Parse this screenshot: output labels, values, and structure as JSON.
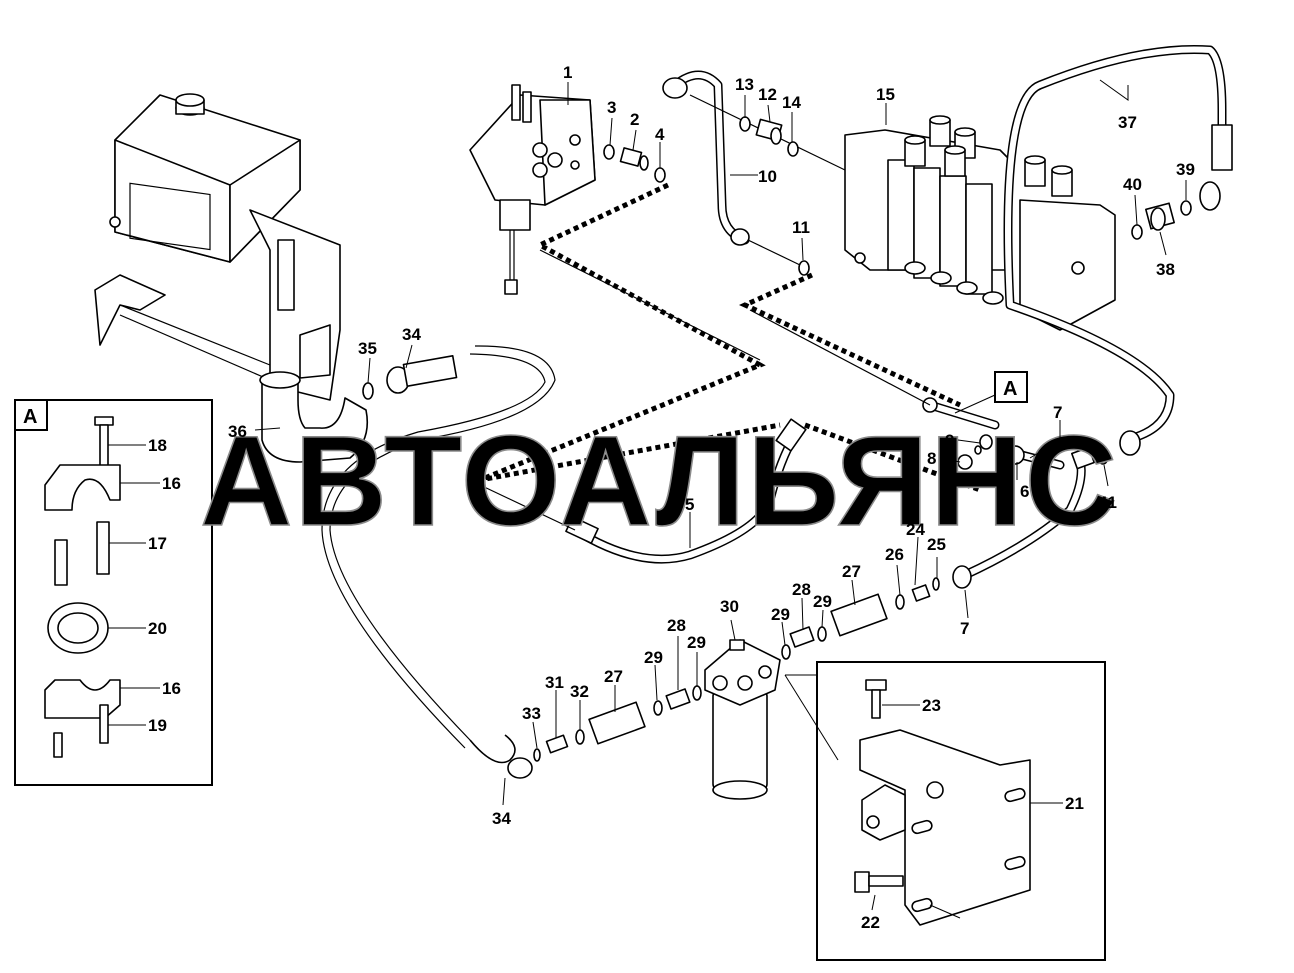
{
  "watermark": "АВТОАЛЬЯНС",
  "detail_letter": "A",
  "labels": {
    "p1": "1",
    "p2": "2",
    "p3": "3",
    "p4": "4",
    "p5": "5",
    "p6": "6",
    "p7a": "7",
    "p7b": "7",
    "p8": "8",
    "p9": "9",
    "p10": "10",
    "p11": "11",
    "p12": "12",
    "p13": "13",
    "p14": "14",
    "p15": "15",
    "p16a": "16",
    "p16b": "16",
    "p17": "17",
    "p18": "18",
    "p19": "19",
    "p20": "20",
    "p21": "21",
    "p22": "22",
    "p23": "23",
    "p24": "24",
    "p25": "25",
    "p26": "26",
    "p27a": "27",
    "p27b": "27",
    "p28a": "28",
    "p28b": "28",
    "p29a": "29",
    "p29b": "29",
    "p29c": "29",
    "p29d": "29",
    "p30": "30",
    "p31": "31",
    "p32": "32",
    "p33": "33",
    "p34a": "34",
    "p34b": "34",
    "p35": "35",
    "p36": "36",
    "p37": "37",
    "p38": "38",
    "p39": "39",
    "p40": "40",
    "p41": "41"
  }
}
